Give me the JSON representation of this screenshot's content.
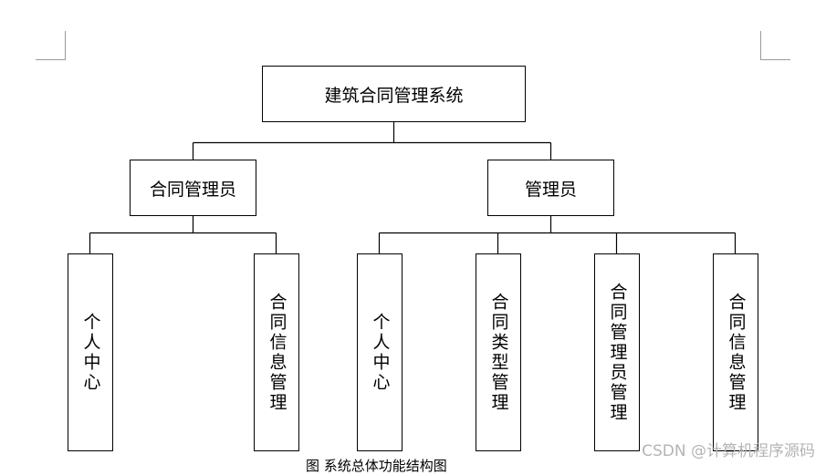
{
  "diagram": {
    "root": {
      "label": "建筑合同管理系统"
    },
    "roles": [
      {
        "label": "合同管理员",
        "children": [
          "个人中心",
          "合同信息管理"
        ]
      },
      {
        "label": "管理员",
        "children": [
          "个人中心",
          "合同类型管理",
          "合同管理员管理",
          "合同信息管理"
        ]
      }
    ],
    "caption": "图 系统总体功能结构图",
    "watermark": "CSDN @计算机程序源码"
  }
}
